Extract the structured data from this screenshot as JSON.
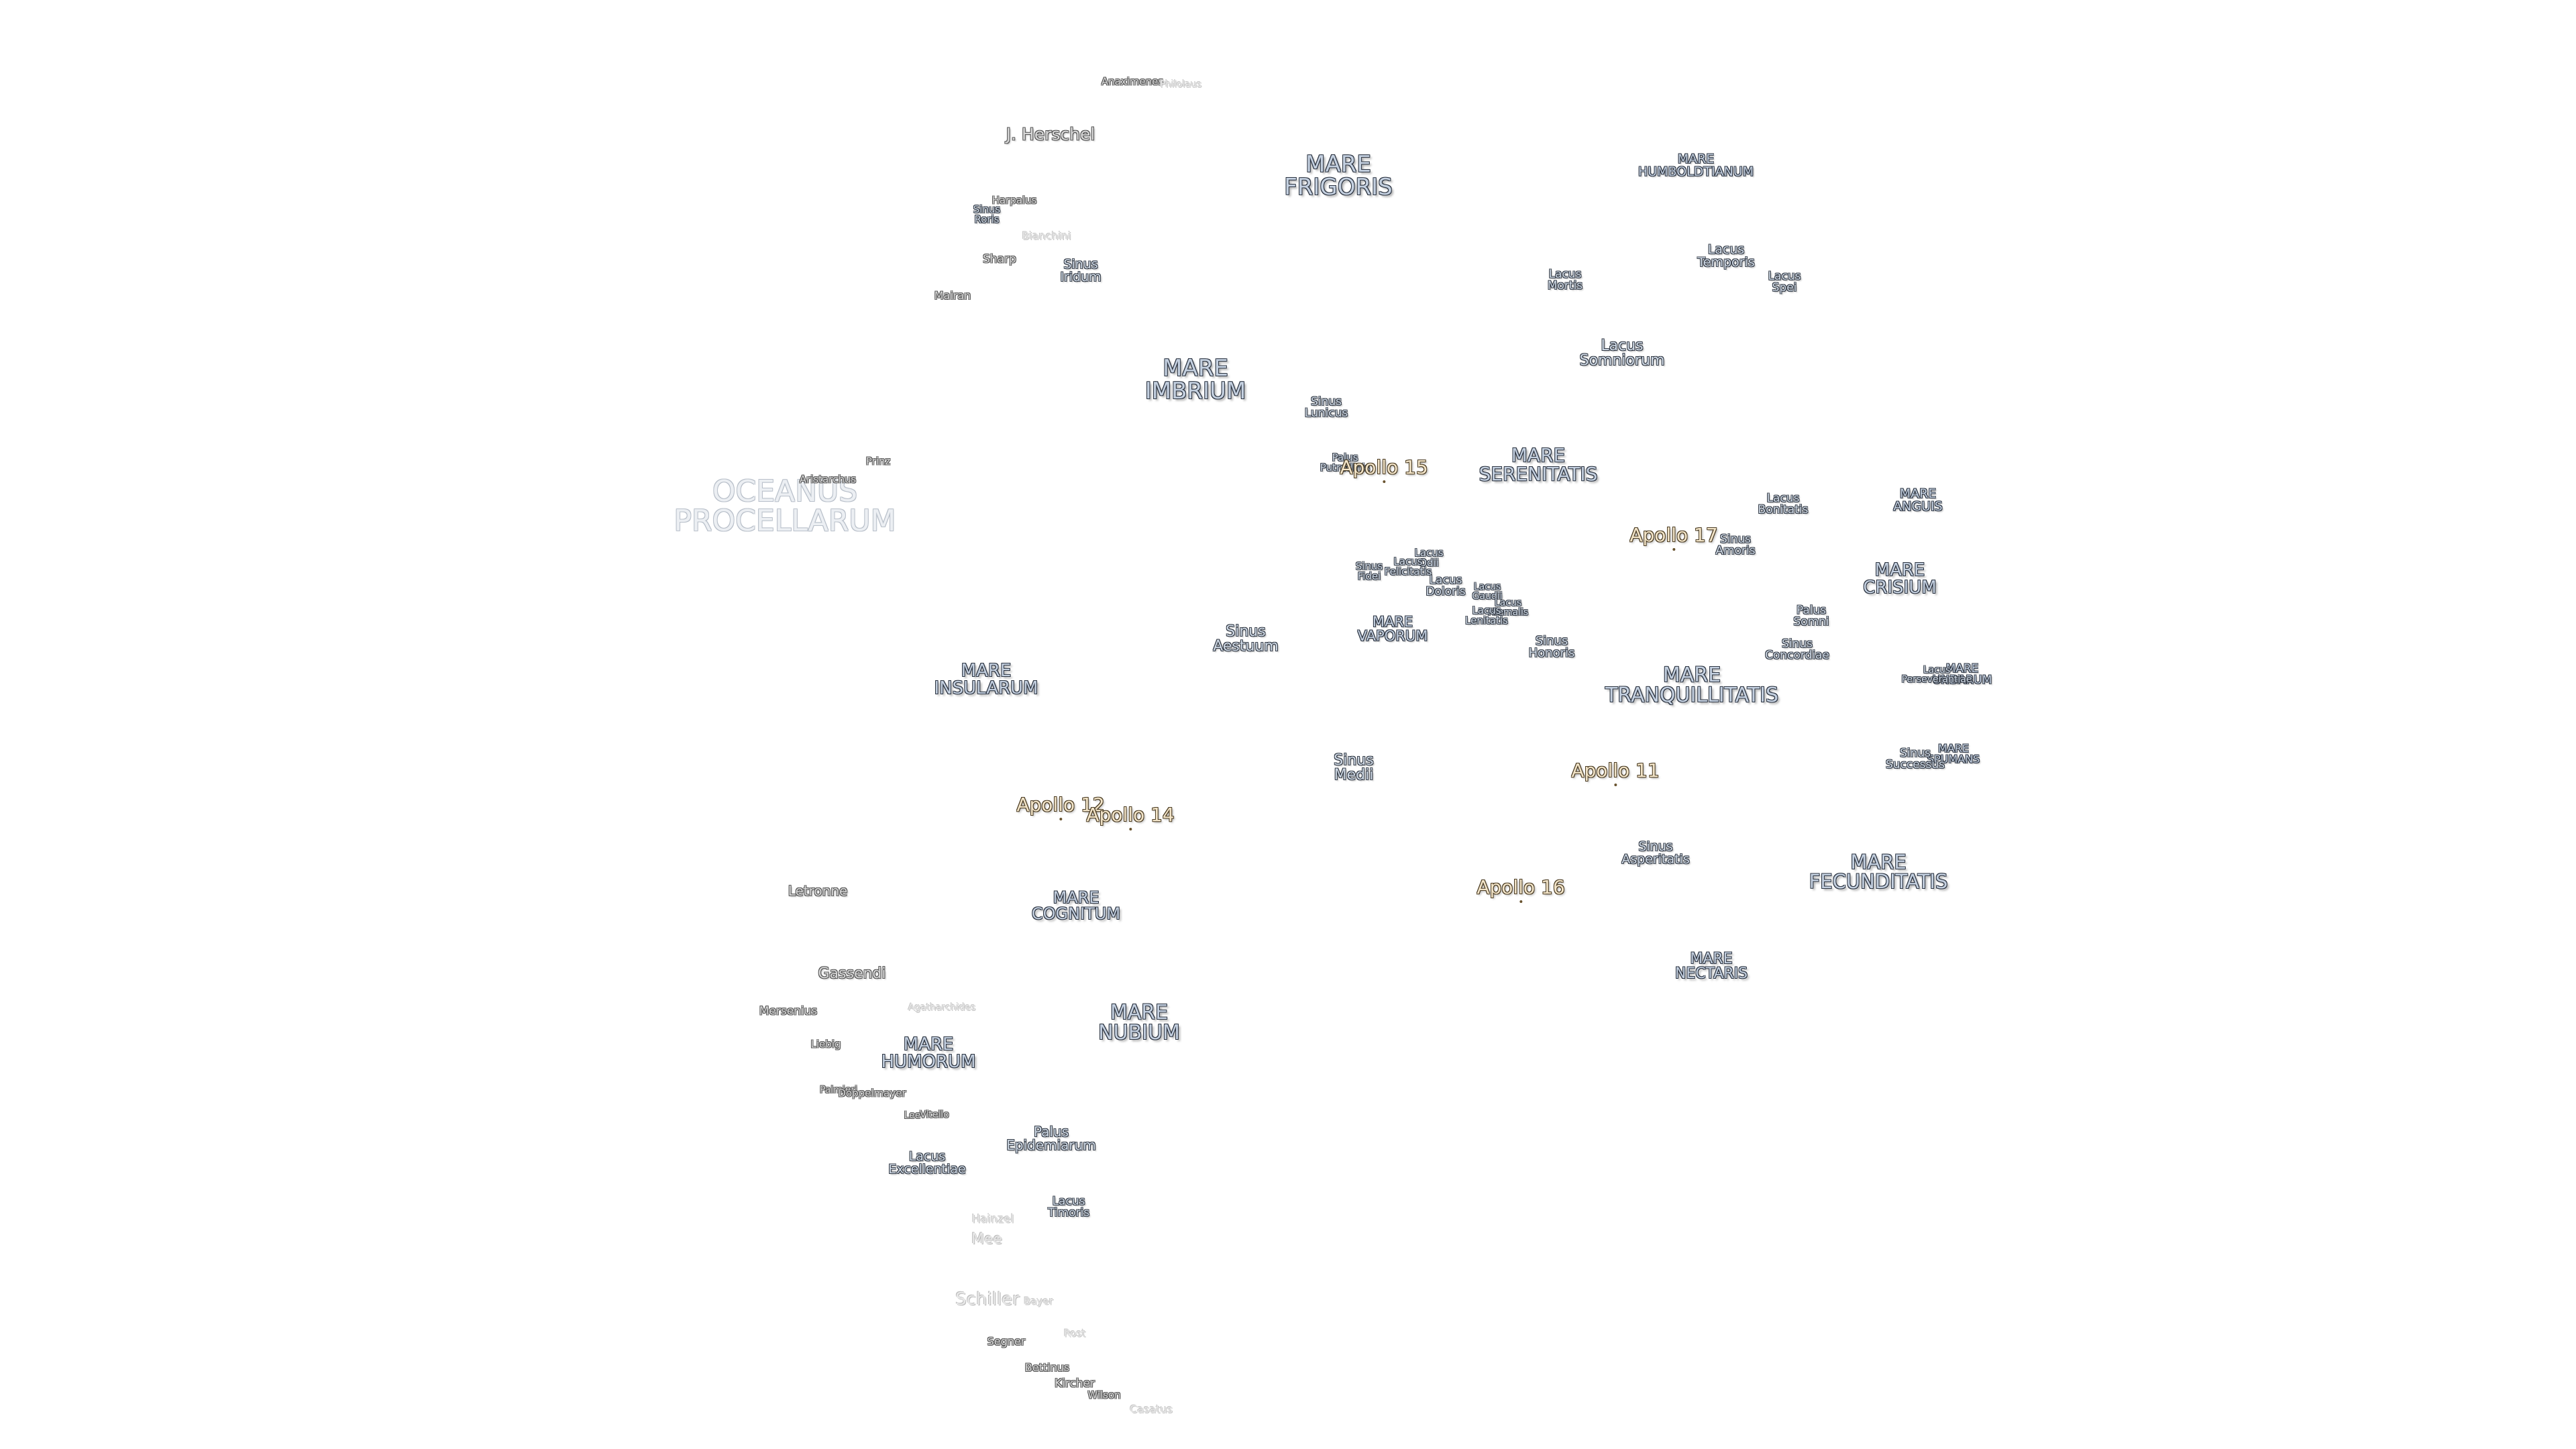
{
  "maria": {
    "frigoris": "MARE\nFRIGORIS",
    "humboldtianum": "MARE\nHUMBOLDTIANUM",
    "imbrium": "MARE\nIMBRIUM",
    "serenitatis": "MARE\nSERENITATIS",
    "anguis": "MARE\nANGUIS",
    "crisium": "MARE\nCRISIUM",
    "vaporum": "MARE\nVAPORUM",
    "insularum": "MARE\nINSULARUM",
    "tranquillitatis": "MARE\nTRANQUILLITATIS",
    "undarum": "MARE\nUNDARUM",
    "spumans": "MARE\nSPUMANS",
    "fecunditatis": "MARE\nFECUNDITATIS",
    "cognitum": "MARE\nCOGNITUM",
    "nectaris": "MARE\nNECTARIS",
    "nubium": "MARE\nNUBIUM",
    "humorum": "MARE\nHUMORUM",
    "oceanus": "OCEANUS\nPROCELLARUM"
  },
  "lakes": {
    "mortis": "Lacus\nMortis",
    "temporis": "Lacus\nTemporis",
    "spei": "Lacus\nSpei",
    "somniorum": "Lacus\nSomniorum",
    "sinus_lunicus": "Sinus\nLunicus",
    "palus_putredinis": "Palus\nPutredinis",
    "bonitatis": "Lacus\nBonitatis",
    "sinus_amoris": "Sinus\nAmoris",
    "lacus_odii": "Lacus\nOdii",
    "lacus_felicitatis": "Lacus\nFelicitatis",
    "sinus_fidei": "Sinus\nFidei",
    "lacus_doloris": "Lacus\nDoloris",
    "lacus_gaudii": "Lacus\nGaudii",
    "lacus_hiemalis": "Lacus\nHiemalis",
    "lacus_lenitatis": "Lacus\nLenitatis",
    "palus_somni": "Palus\nSomni",
    "sinus_concordiae": "Sinus\nConcordiae",
    "sinus_aestuum": "Sinus\nAestuum",
    "sinus_honoris": "Sinus\nHonoris",
    "lacus_perseverantiae": "Lacus\nPerseverantiae",
    "sinus_medii": "Sinus\nMedii",
    "sinus_successus": "Sinus\nSuccessus",
    "sinus_asperitatis": "Sinus\nAsperitatis",
    "sinus_roris": "Sinus\nRoris",
    "sinus_iridum": "Sinus\nIridum",
    "palus_epidemiarum": "Palus\nEpidemiarum",
    "lacus_excellentiae": "Lacus\nExcellentiae",
    "lacus_timoris": "Lacus\nTimoris"
  },
  "craters": {
    "anaximenes": "Anaximenes",
    "philolaus": "Philolaus",
    "herschel": "J. Herschel",
    "harpalus": "Harpalus",
    "bianchini": "Bianchini",
    "sharp": "Sharp",
    "mairan": "Mairan",
    "prinz": "Prinz",
    "aristarchus": "Aristarchus",
    "letronne": "Letronne",
    "gassendi": "Gassendi",
    "mersenius": "Mersenius",
    "apollonius": "Agatharchides",
    "liebig": "Liebig",
    "vitello": "Vitello",
    "palmieri": "Palmieri",
    "doppelmayer": "Doppelmayer",
    "lee": "Lee",
    "hainzel": "Hainzel",
    "mee": "Mee",
    "schiller": "Schiller",
    "bayer": "Bayer",
    "rost": "Rost",
    "segner": "Segner",
    "bettinus": "Bettinus",
    "kircher": "Kircher",
    "wilson": "Wilson",
    "casatus": "Casatus"
  },
  "apollo": {
    "a15": "Apollo 15",
    "a17": "Apollo 17",
    "a11": "Apollo 11",
    "a12": "Apollo 12",
    "a14": "Apollo 14",
    "a16": "Apollo 16"
  }
}
